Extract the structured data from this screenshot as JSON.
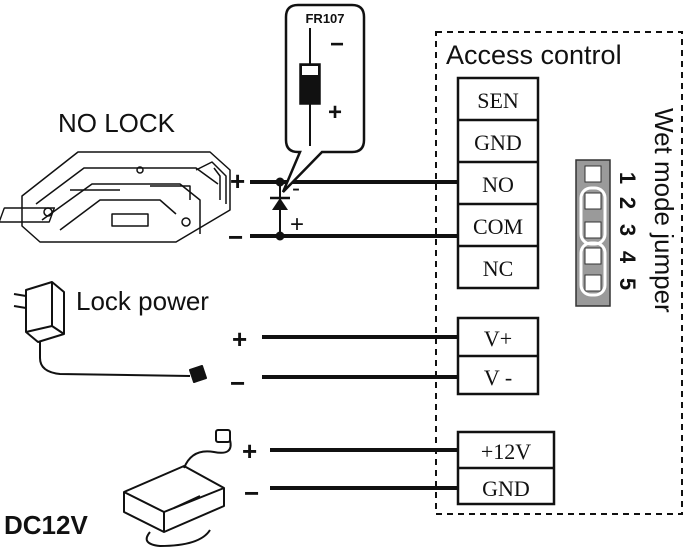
{
  "diagram": {
    "access_control": {
      "title": "Access control",
      "terminals": [
        "SEN",
        "GND",
        "NO",
        "COM",
        "NC"
      ]
    },
    "lock_power_terminals": [
      "V+",
      "V -"
    ],
    "dc_terminals": [
      "+12V",
      "GND"
    ],
    "jumper": {
      "title": "Wet mode jumper",
      "numbers": [
        "1",
        "2",
        "3",
        "4",
        "5"
      ]
    },
    "diode": {
      "part": "FR107",
      "minus": "−",
      "plus": "+"
    },
    "lock": {
      "label": "NO LOCK",
      "plus": "+",
      "minus": "−"
    },
    "diode_marks": {
      "minus": "-",
      "plus": "+"
    },
    "lock_power": {
      "label": "Lock power",
      "plus": "+",
      "minus": "−"
    },
    "dc12v": {
      "label": "DC12V",
      "plus": "+",
      "minus": "−"
    }
  }
}
